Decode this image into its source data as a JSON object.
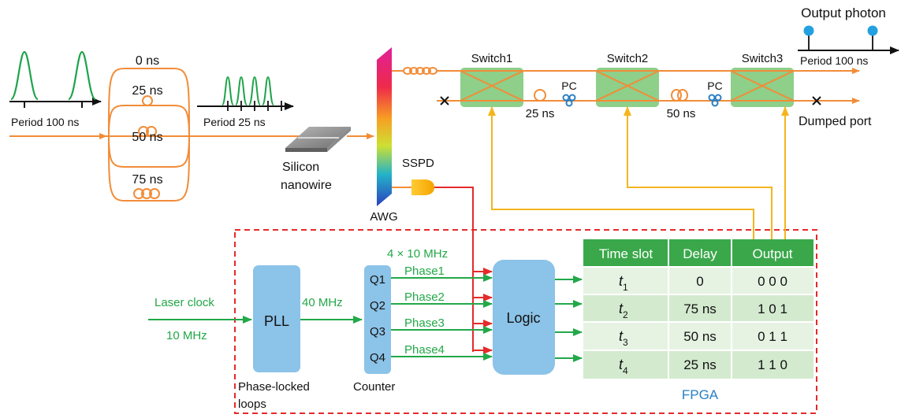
{
  "colors": {
    "orange": "#f28c38",
    "green_line": "#22a848",
    "red_line": "#e52a2a",
    "yellow_line": "#f5b51e",
    "block_blue": "#8cc3e8",
    "switch_green": "#8ecf8a",
    "table_header": "#3aa84a",
    "table_odd": "#e6f3e3",
    "table_even": "#d3eacf",
    "fpga_blue": "#2a7fc4",
    "pc_blue": "#2a7fc4",
    "photon_blue": "#23a0df"
  },
  "input": {
    "period": "Period 100 ns"
  },
  "delays": {
    "d0": "0 ns",
    "d25": "25 ns",
    "d50": "50 ns",
    "d75": "75 ns"
  },
  "mux": {
    "period": "Period 25 ns"
  },
  "nanowire": {
    "line1": "Silicon",
    "line2": "nanowire"
  },
  "awg": "AWG",
  "sspd": "SSPD",
  "switches": [
    "Switch1",
    "Switch2",
    "Switch3"
  ],
  "pc": "PC",
  "inter_delays": [
    "25 ns",
    "50 ns"
  ],
  "output": {
    "title": "Output photon",
    "period": "Period 100 ns",
    "dumped": "Dumped port"
  },
  "clock": {
    "line1": "Laser clock",
    "line2": "10 MHz"
  },
  "pll": {
    "label": "PLL",
    "caption1": "Phase-locked",
    "caption2": "loops",
    "out": "40 MHz"
  },
  "counter": {
    "caption": "Counter",
    "rate": "4 × 10 MHz",
    "outputs": [
      "Q1",
      "Q2",
      "Q3",
      "Q4"
    ],
    "phases": [
      "Phase1",
      "Phase2",
      "Phase3",
      "Phase4"
    ]
  },
  "logic": "Logic",
  "table": {
    "headers": [
      "Time slot",
      "Delay",
      "Output"
    ],
    "rows": [
      {
        "slot": "t",
        "sub": "1",
        "delay": "0",
        "output": "0 0 0"
      },
      {
        "slot": "t",
        "sub": "2",
        "delay": "75 ns",
        "output": "1 0 1"
      },
      {
        "slot": "t",
        "sub": "3",
        "delay": "50 ns",
        "output": "0 1 1"
      },
      {
        "slot": "t",
        "sub": "4",
        "delay": "25 ns",
        "output": "1 1 0"
      }
    ]
  },
  "fpga": "FPGA"
}
